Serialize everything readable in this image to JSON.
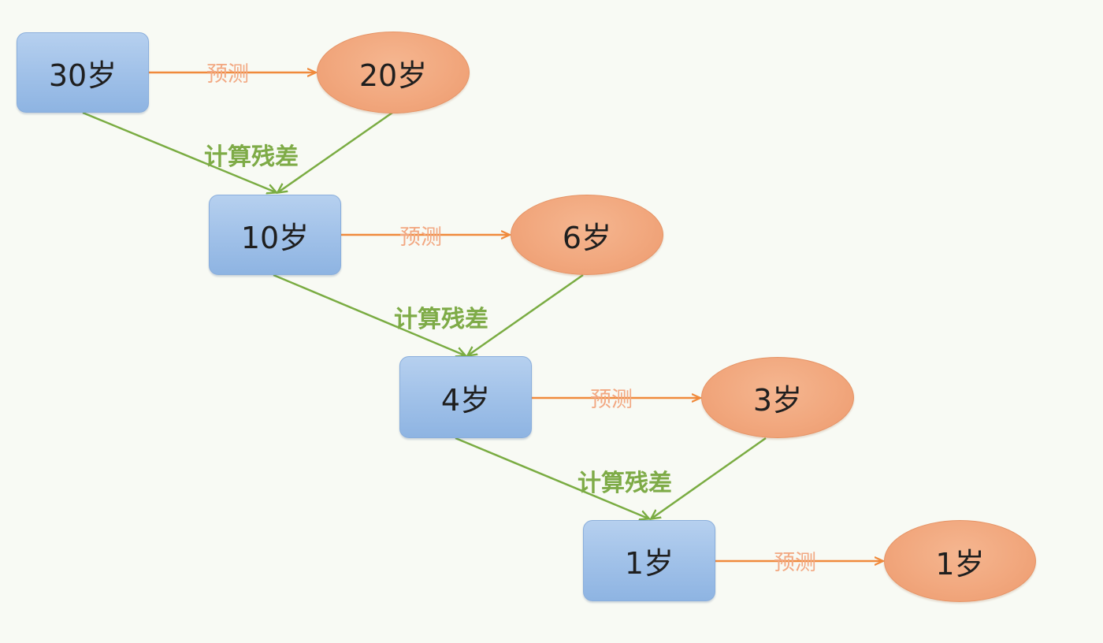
{
  "theme": {
    "background": "#f8faf4",
    "box_fill": "#a5c4ea",
    "oval_fill": "#f1a67c",
    "predict_color": "#f08a3c",
    "residual_color": "#7aac42"
  },
  "labels": {
    "predict": "预测",
    "residual": "计算残差"
  },
  "rows": [
    {
      "target": "30岁",
      "prediction": "20岁"
    },
    {
      "target": "10岁",
      "prediction": "6岁"
    },
    {
      "target": "4岁",
      "prediction": "3岁"
    },
    {
      "target": "1岁",
      "prediction": "1岁"
    }
  ]
}
